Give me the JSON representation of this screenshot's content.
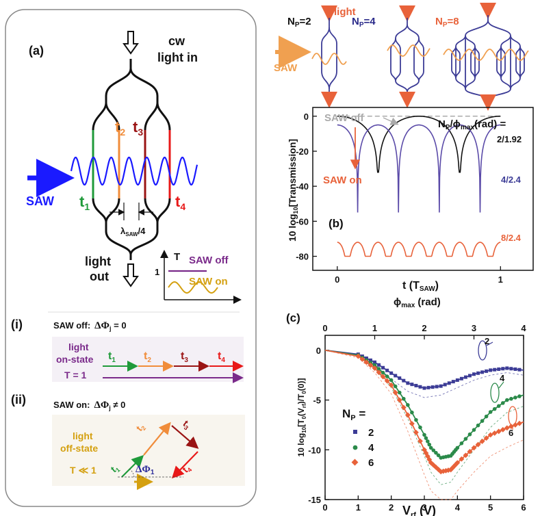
{
  "colors": {
    "black": "#111111",
    "blue": "#1a1aff",
    "green": "#1f9a3a",
    "orange": "#f08c3a",
    "darkred": "#9a1414",
    "red": "#e81818",
    "purple": "#7a2a8a",
    "gold": "#d4a010",
    "navy": "#3c3c96",
    "salmon": "#e8623a",
    "grey": "#aaaaaa",
    "mzi_green": "#2b8a4a"
  },
  "panel_a": {
    "label": "(a)",
    "cw": "cw",
    "light_in": "light in",
    "saw": "SAW",
    "t1": "t",
    "t1_sub": "1",
    "t2": "t",
    "t2_sub": "2",
    "t3": "t",
    "t3_sub": "3",
    "t4": "t",
    "t4_sub": "4",
    "lambda": "λ",
    "lambda_sub": "SAW",
    "lambda_tail": "/4",
    "light": "light",
    "out": "out",
    "inset_T": "T",
    "inset_one": "1",
    "saw_off": "SAW off",
    "saw_on": "SAW on"
  },
  "panel_i": {
    "label": "(i)",
    "title_prefix": "SAW off:",
    "title_eq": "ΔΦ",
    "title_sub": "j",
    "title_tail": " = 0",
    "light": "light",
    "state": "on-state",
    "T": "T = 1",
    "t1": "t",
    "t1_sub": "1",
    "t2": "t",
    "t2_sub": "2",
    "t3": "t",
    "t3_sub": "3",
    "t4": "t",
    "t4_sub": "4"
  },
  "panel_ii": {
    "label": "(ii)",
    "title_prefix": "SAW on:",
    "title_eq": "ΔΦ",
    "title_sub": "j",
    "title_tail": " ≠ 0",
    "light": "light",
    "state": "off-state",
    "T": "T ≪ 1",
    "dphi": "ΔΦ",
    "dphi_sub": "1",
    "t1": "t",
    "t1_sub": "1",
    "t2": "t",
    "t2_sub": "2",
    "t3": "t",
    "t3_sub": "3",
    "t4": "t",
    "t4_sub": "4"
  },
  "top_right": {
    "np2": "N",
    "np2_sub": "P",
    "np2_tail": "=2",
    "np4": "N",
    "np4_sub": "P",
    "np4_tail": "=4",
    "np8": "N",
    "np8_sub": "P",
    "np8_tail": "=8",
    "light": "light",
    "saw": "SAW"
  },
  "panel_b": {
    "label": "(b)",
    "legend_title": "N",
    "legend_title_sub": "P",
    "legend_title_tail": "/ϕ",
    "legend_title_sub2": "max",
    "legend_title_tail2": "(rad) =",
    "saw_off": "SAW off",
    "saw_on": "SAW on",
    "curve_labels": [
      "2/1.92",
      "4/2.4",
      "8/2.4"
    ],
    "ylabel": "10 log",
    "ylabel_sub": "10",
    "ylabel_tail": "[Transmission]",
    "xlabel": "t (T",
    "xlabel_sub": "SAW",
    "xlabel_tail": ")",
    "yticks": [
      "0",
      "-20",
      "-40",
      "-60",
      "-80"
    ],
    "xticks": [
      "0",
      "1"
    ]
  },
  "panel_c": {
    "label": "(c)",
    "top_axis": "ϕ",
    "top_axis_sub": "max",
    "top_axis_tail": " (rad)",
    "top_ticks": [
      "0",
      "1",
      "2",
      "3",
      "4"
    ],
    "bottom_ticks": [
      "0",
      "1",
      "2",
      "3",
      "4",
      "5",
      "6"
    ],
    "left_ticks": [
      "0",
      "-5",
      "-10",
      "-15"
    ],
    "xlabel": "V",
    "xlabel_sub": "rf",
    "xlabel_tail": " (V)",
    "ylabel": "10 log",
    "ylabel_sub": "10",
    "ylabel_tail": "[T",
    "ylabel_sub2": "0",
    "ylabel_tail2": "(V",
    "ylabel_sub3": "rf",
    "ylabel_tail3": ")/T",
    "ylabel_sub4": "0",
    "ylabel_tail4": "(0)]",
    "legend_title": "N",
    "legend_title_sub": "P",
    "legend_title_tail": " =",
    "legend_items": [
      "2",
      "4",
      "6"
    ],
    "curve_tags": [
      "2",
      "4",
      "6"
    ]
  },
  "chart_data": [
    {
      "type": "line",
      "title": "",
      "xlabel": "t (T_SAW)",
      "ylabel": "10 log10[Transmission]",
      "xlim": [
        -0.15,
        1.2
      ],
      "ylim": [
        -88,
        5
      ],
      "series": [
        {
          "name": "SAW off",
          "x": [
            0,
            1
          ],
          "y": [
            0,
            0
          ]
        },
        {
          "name": "2/1.92",
          "x": [
            0,
            0.25,
            0.5,
            0.75,
            1
          ],
          "y": [
            0,
            -30,
            0,
            -30,
            0
          ]
        },
        {
          "name": "4/2.4",
          "x": [
            0,
            1
          ],
          "y": [
            -5,
            -5
          ]
        },
        {
          "name": "8/2.4",
          "x": [
            0,
            1
          ],
          "y": [
            -72,
            -72
          ]
        }
      ]
    },
    {
      "type": "scatter",
      "title": "",
      "xlabel": "Vrf (V)",
      "ylabel": "10 log10[T0(Vrf)/T0(0)]",
      "xlim": [
        0,
        6
      ],
      "ylim": [
        -15,
        1.5
      ],
      "top_axis": {
        "label": "ϕmax (rad)",
        "lim": [
          0,
          4
        ]
      },
      "series": [
        {
          "name": "2",
          "x": [
            1,
            1.5,
            2,
            2.5,
            3,
            3.5,
            4,
            4.5,
            5,
            5.5,
            6
          ],
          "y": [
            -0.4,
            -1.2,
            -2.3,
            -3.3,
            -3.8,
            -3.6,
            -3.0,
            -2.4,
            -2.0,
            -1.8,
            -2.0
          ]
        },
        {
          "name": "4",
          "x": [
            1,
            1.5,
            2,
            2.5,
            3,
            3.2,
            3.5,
            3.8,
            4,
            4.5,
            5,
            5.5,
            6
          ],
          "y": [
            -0.5,
            -1.5,
            -3.0,
            -5.5,
            -8.5,
            -9.8,
            -10.8,
            -10.6,
            -9.8,
            -8.0,
            -6.2,
            -5.0,
            -4.5
          ]
        },
        {
          "name": "6",
          "x": [
            1,
            1.5,
            2,
            2.5,
            3,
            3.2,
            3.5,
            3.8,
            4,
            4.5,
            5,
            5.5,
            6
          ],
          "y": [
            -0.6,
            -1.8,
            -3.5,
            -6.5,
            -10.0,
            -11.3,
            -12.2,
            -12.0,
            -11.3,
            -9.8,
            -8.5,
            -7.8,
            -7.2
          ]
        }
      ]
    }
  ]
}
